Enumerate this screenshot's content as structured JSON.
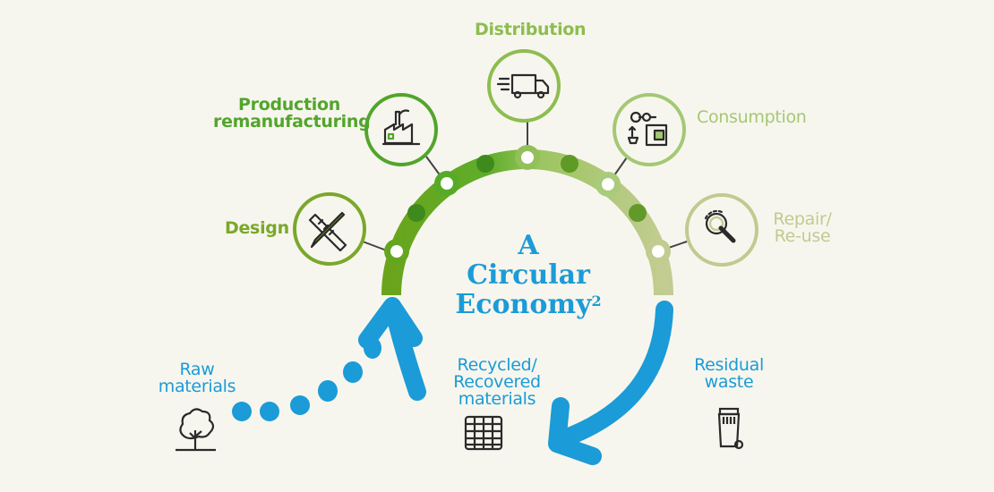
{
  "title": {
    "line1": "A",
    "line2": "Circular",
    "line3": "Economy",
    "superscript": "2"
  },
  "stages": [
    {
      "label": "Design",
      "icon": "pencil-ruler-icon",
      "color": "#7aa82a"
    },
    {
      "label": "Production remanufacturing",
      "line1": "Production",
      "line2": "remanufacturing",
      "icon": "factory-icon",
      "color": "#52a52c"
    },
    {
      "label": "Distribution",
      "icon": "delivery-truck-icon",
      "color": "#8dbd4f"
    },
    {
      "label": "Consumption",
      "icon": "shopping-icon",
      "color": "#a4c874"
    },
    {
      "label": "Repair/ Re-use",
      "line1": "Repair/",
      "line2": "Re-use",
      "icon": "wrench-gear-icon",
      "color": "#bfcb90"
    }
  ],
  "flows": [
    {
      "label": "Raw materials",
      "line1": "Raw",
      "line2": "materials",
      "icon": "tree-icon"
    },
    {
      "label": "Recycled/ Recovered materials",
      "line1": "Recycled/",
      "line2": "Recovered",
      "line3": "materials",
      "icon": "recycled-bale-icon"
    },
    {
      "label": "Residual waste",
      "line1": "Residual",
      "line2": "waste",
      "icon": "waste-bin-icon"
    }
  ],
  "colors": {
    "blue": "#1b9bd7",
    "background": "#f7f6ee",
    "icon": "#2a2a2a"
  }
}
